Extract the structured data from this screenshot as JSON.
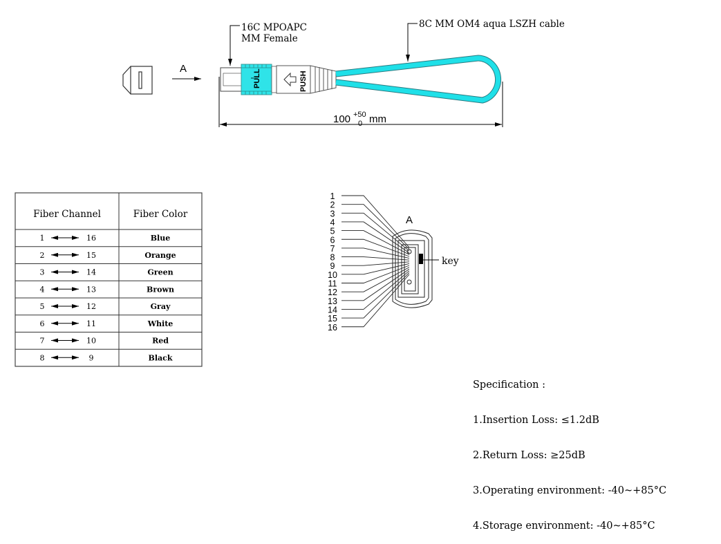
{
  "drawing": {
    "connector_label_line1": "16C MPOAPC",
    "connector_label_line2": "MM Female",
    "cable_label": "8C MM OM4 aqua LSZH cable",
    "view_label": "A",
    "pull_label": "PULL",
    "push_label": "PUSH",
    "length_value": "100",
    "length_tol_upper": "+50",
    "length_tol_lower": "0",
    "length_unit": "mm",
    "cable_color": "#1fe0e8",
    "boot_color": "#2fd9d9"
  },
  "end_face": {
    "view_label": "A",
    "key_label": "key",
    "fiber_numbers": [
      "1",
      "2",
      "3",
      "4",
      "5",
      "6",
      "7",
      "8",
      "9",
      "10",
      "11",
      "12",
      "13",
      "14",
      "15",
      "16"
    ]
  },
  "table": {
    "headers": [
      "Fiber Channel",
      "Fiber Color"
    ],
    "rows": [
      {
        "from": "1",
        "to": "16",
        "color": "Blue"
      },
      {
        "from": "2",
        "to": "15",
        "color": "Orange"
      },
      {
        "from": "3",
        "to": "14",
        "color": "Green"
      },
      {
        "from": "4",
        "to": "13",
        "color": "Brown"
      },
      {
        "from": "5",
        "to": "12",
        "color": "Gray"
      },
      {
        "from": "6",
        "to": "11",
        "color": "White"
      },
      {
        "from": "7",
        "to": "10",
        "color": "Red"
      },
      {
        "from": "8",
        "to": "9",
        "color": "Black"
      }
    ]
  },
  "specification": {
    "title": "Specification :",
    "items": [
      "1.Insertion Loss: ≤1.2dB",
      "2.Return Loss: ≥25dB",
      "3.Operating environment: -40~+85°C",
      "4.Storage environment: -40~+85°C"
    ]
  }
}
